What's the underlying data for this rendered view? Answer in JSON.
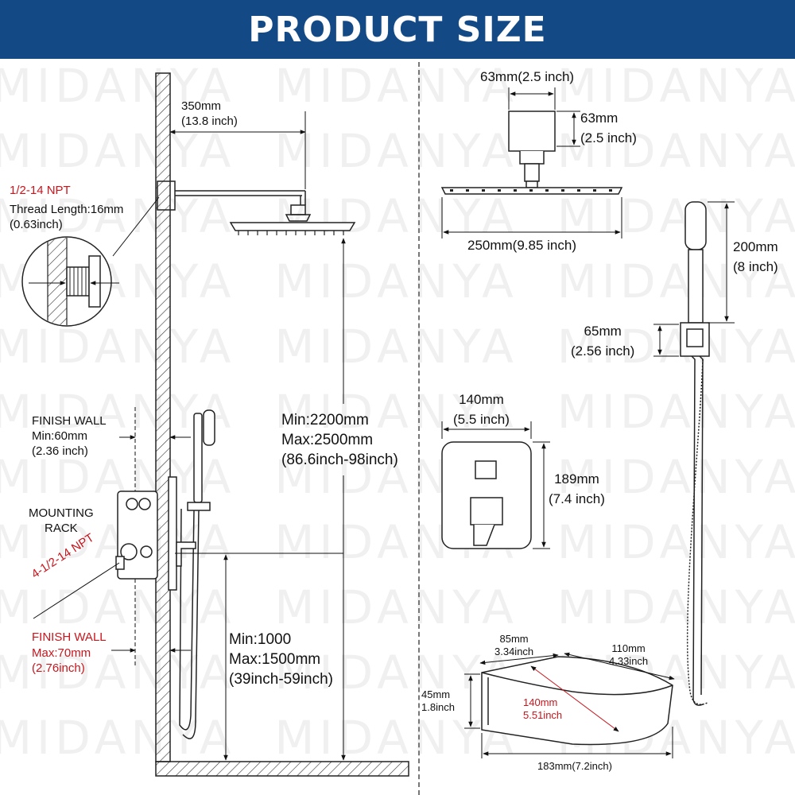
{
  "banner": {
    "title": "PRODUCT SIZE",
    "color": "#134a86"
  },
  "watermark": {
    "text": "MIDANYA"
  },
  "left_panel": {
    "arm_length": [
      "350mm",
      "(13.8 inch)"
    ],
    "npt_title": "1/2-14 NPT",
    "thread_length": [
      "Thread Length:16mm",
      "(0.63inch)"
    ],
    "finish_wall_1": [
      "FINISH WALL",
      "Min:60mm",
      "(2.36 inch)"
    ],
    "mounting_rack": [
      "MOUNTING",
      "RACK"
    ],
    "inlet_npt": "4-1/2-14 NPT",
    "finish_wall_2_title": "FINISH WALL",
    "finish_wall_2_values": [
      "Max:70mm",
      "(2.76inch)"
    ],
    "shower_height": [
      "Min:2200mm",
      "Max:2500mm",
      "(86.6inch-98inch)"
    ],
    "valve_height": [
      "Min:1000",
      "Max:1500mm",
      "(39inch-59inch)"
    ]
  },
  "right_panel": {
    "arm_base_width": "63mm(2.5 inch)",
    "arm_base_height": [
      "63mm",
      "(2.5 inch)"
    ],
    "shower_head_width": "250mm(9.85 inch)",
    "hand_shower_length": [
      "200mm",
      "(8 inch)"
    ],
    "holder_size": [
      "65mm",
      "(2.56 inch)"
    ],
    "trim_width": [
      "140mm",
      "(5.5 inch)"
    ],
    "trim_height": [
      "189mm",
      "(7.4 inch)"
    ],
    "spout_depth": [
      "85mm",
      "3.34inch"
    ],
    "spout_back": [
      "110mm",
      "4.33inch"
    ],
    "spout_height": [
      "45mm",
      "1.8inch"
    ],
    "spout_diag": [
      "140mm",
      "5.51inch"
    ],
    "spout_length": "183mm(7.2inch)"
  },
  "colors": {
    "accent_red": "#c8161d",
    "line": "#222222"
  }
}
